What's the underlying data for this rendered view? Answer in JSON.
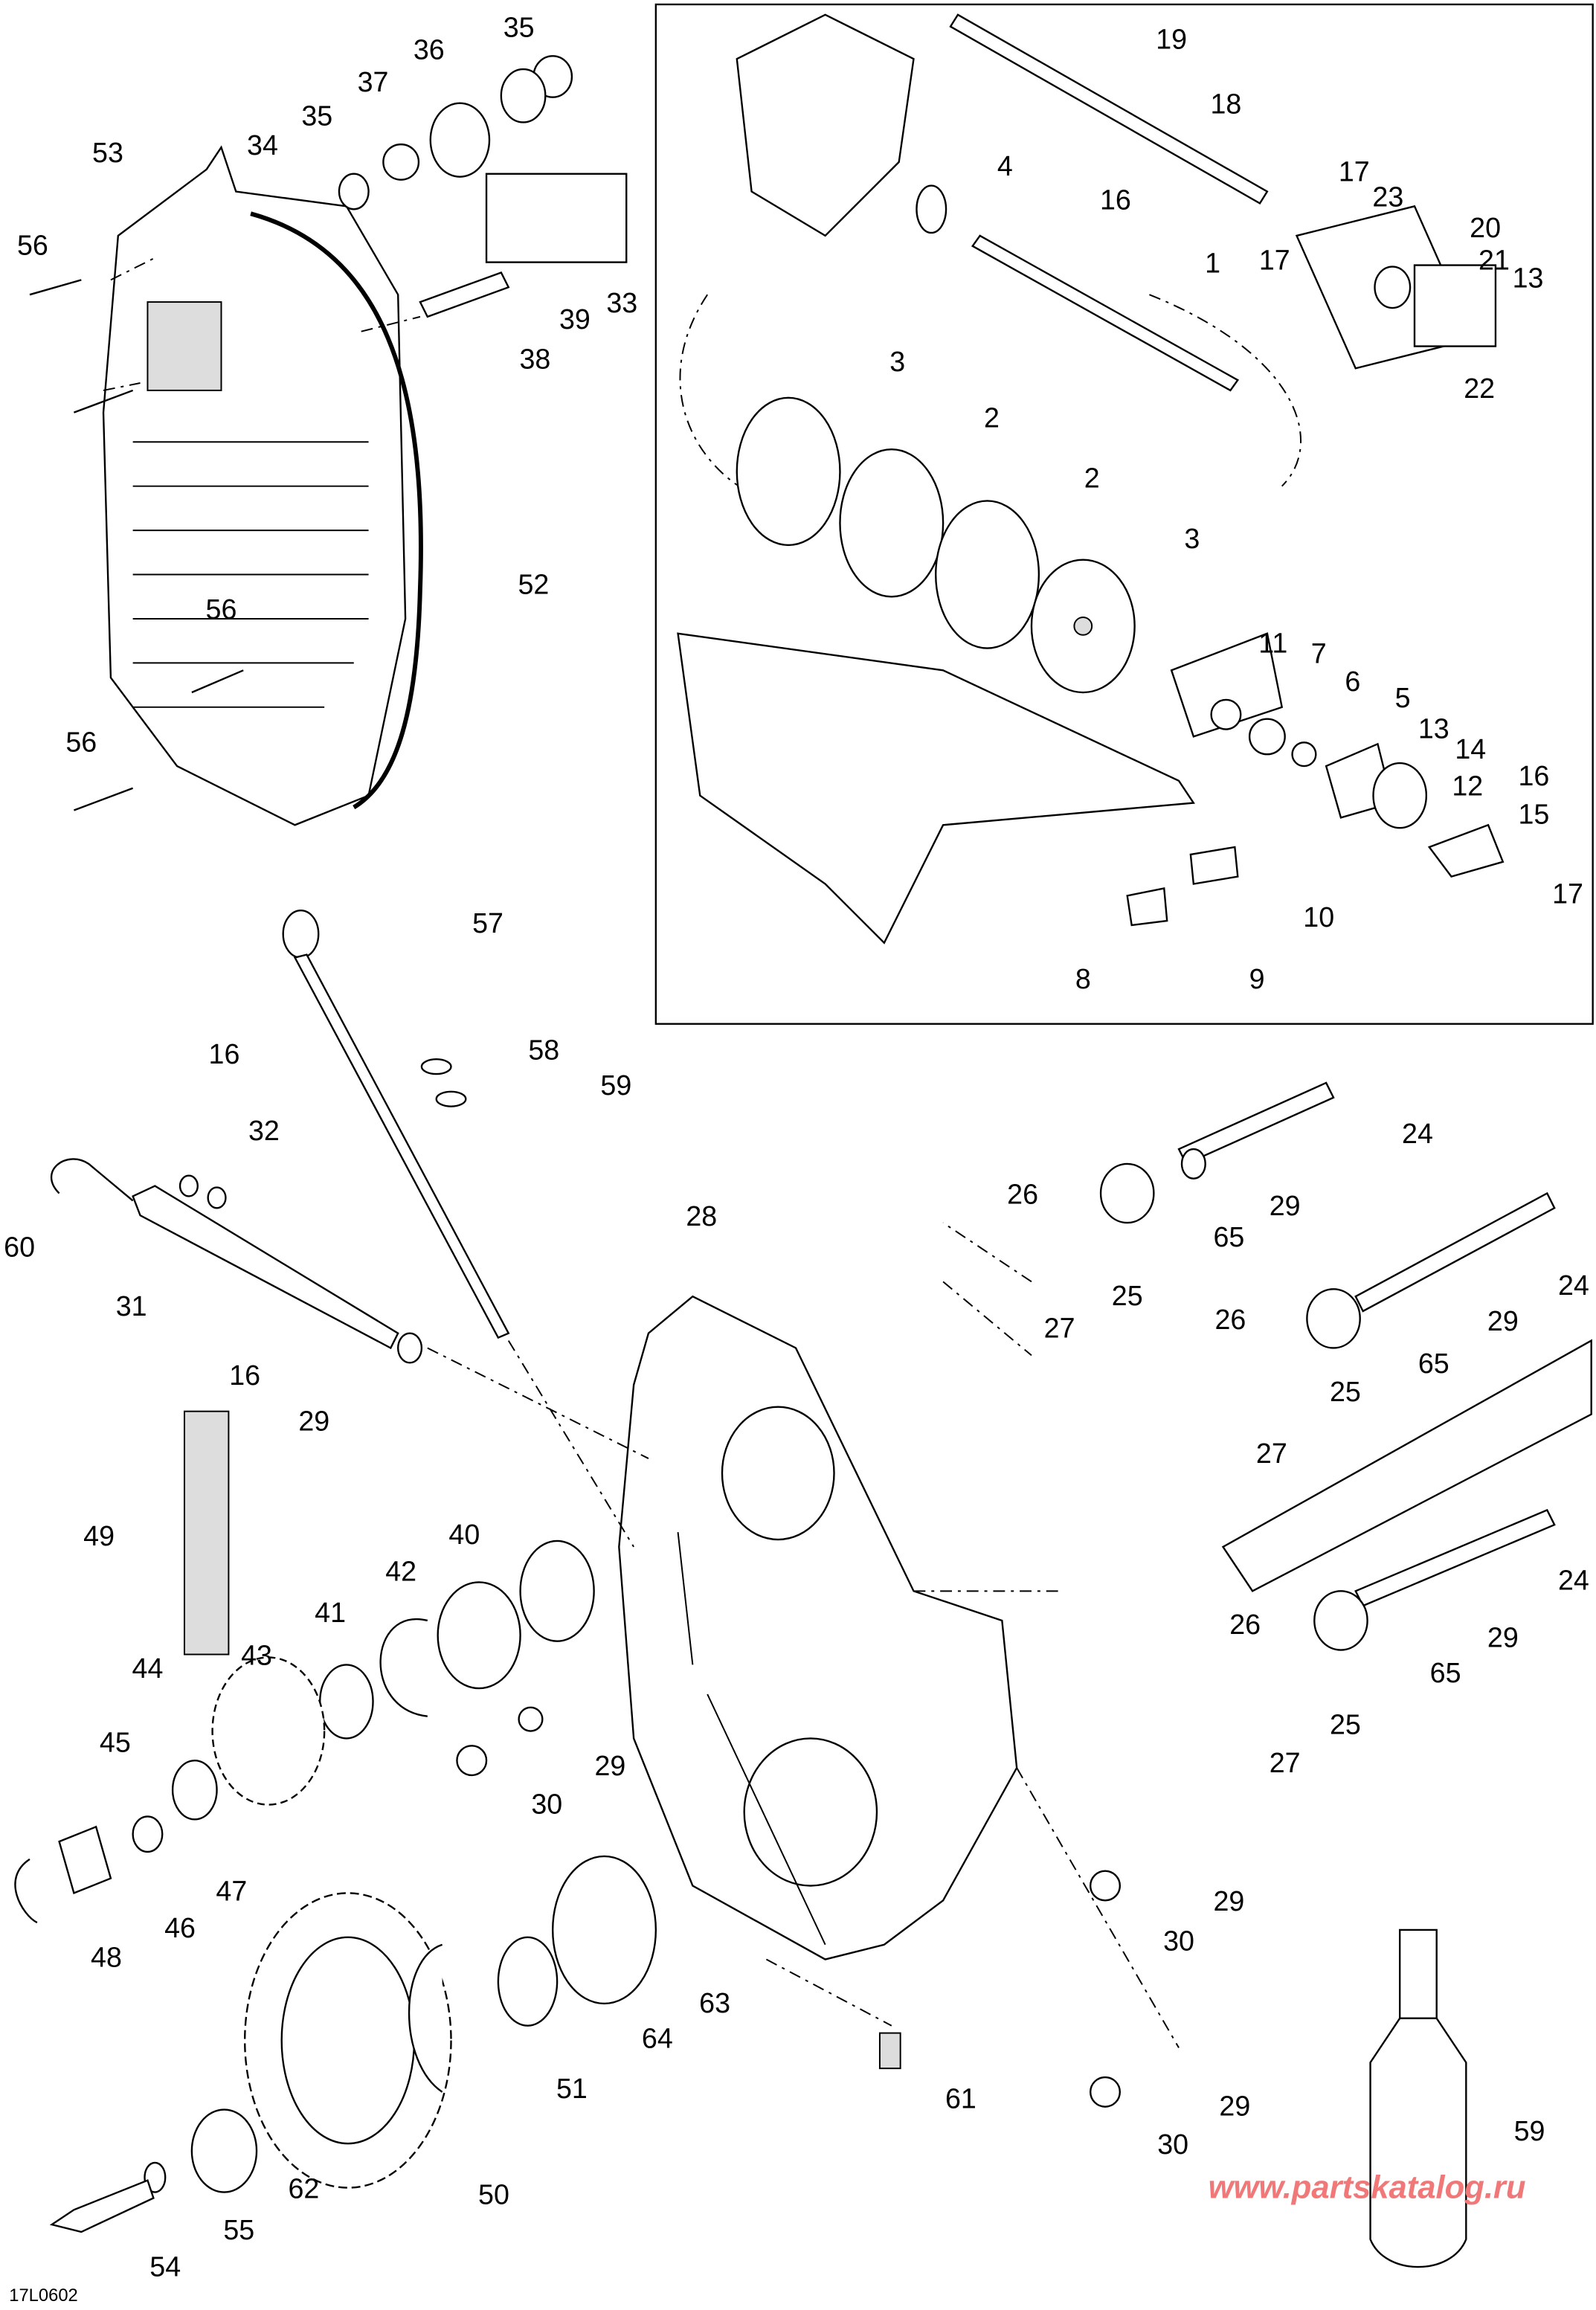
{
  "diagram": {
    "code": "17L0602",
    "watermark": "www.partskatalog.ru",
    "labels": [
      "35",
      "36",
      "37",
      "35",
      "34",
      "53",
      "56",
      "33",
      "39",
      "38",
      "52",
      "56",
      "56",
      "19",
      "18",
      "4",
      "16",
      "17",
      "23",
      "17",
      "20",
      "21",
      "13",
      "1",
      "22",
      "3",
      "2",
      "2",
      "3",
      "11",
      "7",
      "6",
      "5",
      "13",
      "14",
      "12",
      "16",
      "15",
      "17",
      "10",
      "9",
      "8",
      "57",
      "58",
      "59",
      "16",
      "32",
      "60",
      "31",
      "16",
      "29",
      "28",
      "26",
      "24",
      "29",
      "65",
      "25",
      "27",
      "24",
      "26",
      "29",
      "65",
      "25",
      "27",
      "49",
      "40",
      "42",
      "41",
      "43",
      "44",
      "24",
      "26",
      "29",
      "65",
      "25",
      "27",
      "29",
      "30",
      "45",
      "47",
      "46",
      "48",
      "29",
      "30",
      "63",
      "64",
      "51",
      "61",
      "29",
      "30",
      "59",
      "62",
      "50",
      "55",
      "54"
    ]
  }
}
